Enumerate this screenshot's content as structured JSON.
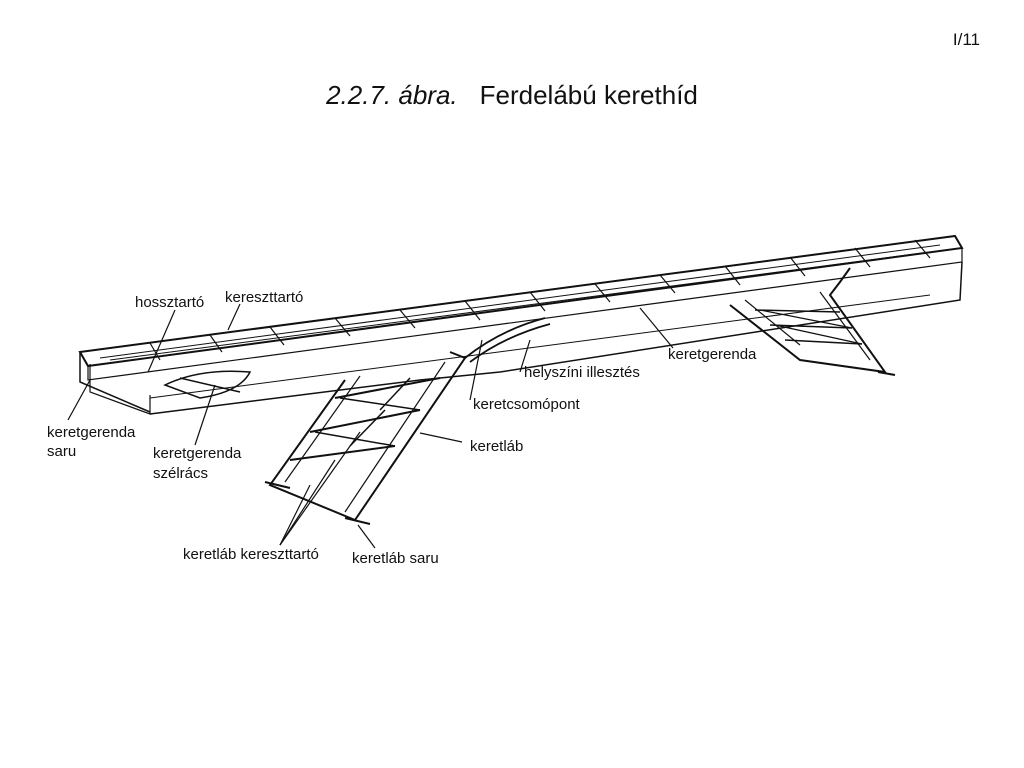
{
  "page_number": "I/11",
  "title": {
    "figure": "2.2.7. ábra.",
    "text": "Ferdelábú kerethíd"
  },
  "labels": {
    "hossztarto": "hossztartó",
    "kereszttarto": "kereszttartó",
    "keretgerenda_top": "keretgerenda",
    "helyszini": "helyszíni illesztés",
    "keretcsomopont": "keretcsomópont",
    "keretlab": "keretláb",
    "keretgerenda_saru_1": "keretgerenda",
    "keretgerenda_saru_2": "saru",
    "szelracs_1": "keretgerenda",
    "szelracs_2": "szélrács",
    "keretlab_kereszttarto": "keretláb kereszttartó",
    "keretlab_saru": "keretláb saru"
  }
}
